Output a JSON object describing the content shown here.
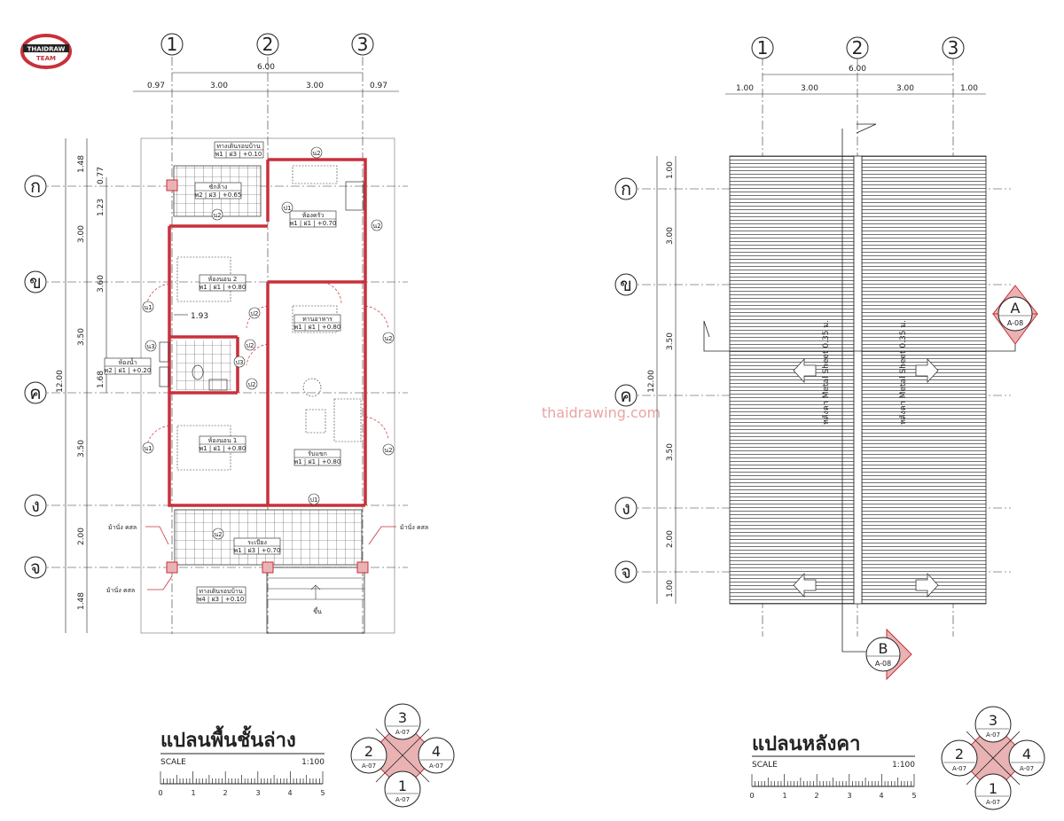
{
  "logo": {
    "line1": "THAIDRAW",
    "line2": "TEAM"
  },
  "watermark": "thaidrawing.com",
  "ground_plan": {
    "title": "แปลนพื้นชั้นล่าง",
    "scale_label": "SCALE",
    "scale_value": "1:100",
    "scale_ticks": [
      "0",
      "1",
      "2",
      "3",
      "4",
      "5"
    ],
    "col_bubbles": [
      "1",
      "2",
      "3"
    ],
    "overall_dim": "6.00",
    "col_dims": [
      "0.97",
      "3.00",
      "3.00",
      "0.97"
    ],
    "row_bubbles": [
      "ก",
      "ข",
      "ค",
      "ง",
      "จ"
    ],
    "overall_v_dim": "12.00",
    "left_v_dims": [
      "1.48",
      "3.00",
      "3.50",
      "3.50",
      "2.00",
      "1.48"
    ],
    "left_v_dims2": [
      "0.77",
      "1.23",
      "3.60",
      "1.68"
    ],
    "mid_dim": "1.93",
    "callouts": {
      "bench_l": "ม้านั่ง คสล",
      "bench_r": "ม้านั่ง คสล",
      "bench_b": "ม้านั่ง คสล",
      "up": "ขึ้น"
    },
    "rooms": {
      "walk_top": {
        "name": "ทางเดินรอบบ้าน",
        "tag": "พ1 | ฝ3 | +0.10"
      },
      "laundry": {
        "name": "ซักล้าง",
        "tag": "พ2 | ฝ3 | +0.65"
      },
      "kitchen": {
        "name": "ห้องครัว",
        "tag": "พ1 | ฝ1 | +0.70"
      },
      "bed2": {
        "name": "ห้องนอน 2",
        "tag": "พ1 | ฝ1 | +0.80"
      },
      "dining": {
        "name": "ทานอาหาร",
        "tag": "พ1 | ฝ1 | +0.80"
      },
      "bath": {
        "name": "ห้องน้ำ",
        "tag": "พ2 | ฝ1 | +0.20"
      },
      "bed1": {
        "name": "ห้องนอน 1",
        "tag": "พ1 | ฝ1 | +0.80"
      },
      "living": {
        "name": "รับแขก",
        "tag": "พ1 | ฝ1 | +0.80"
      },
      "terrace": {
        "name": "ระเบียง",
        "tag": "พ1 | ฝ3 | +0.70"
      },
      "walk_bot": {
        "name": "ทางเดินรอบบ้าน",
        "tag": "พ4 | ฝ3 | +0.10"
      }
    },
    "door_tags": [
      "ป1",
      "ป2",
      "ป2",
      "ป2",
      "ป3",
      "ป1"
    ],
    "window_tags": [
      "น1",
      "น1",
      "น2",
      "น2",
      "น2",
      "น2",
      "น3",
      "น2",
      "น2"
    ]
  },
  "roof_plan": {
    "title": "แปลนหลังคา",
    "scale_label": "SCALE",
    "scale_value": "1:100",
    "scale_ticks": [
      "0",
      "1",
      "2",
      "3",
      "4",
      "5"
    ],
    "col_bubbles": [
      "1",
      "2",
      "3"
    ],
    "overall_dim": "6.00",
    "col_dims": [
      "1.00",
      "3.00",
      "3.00",
      "1.00"
    ],
    "row_bubbles": [
      "ก",
      "ข",
      "ค",
      "ง",
      "จ"
    ],
    "overall_v_dim": "12.00",
    "left_v_dims": [
      "1.00",
      "3.00",
      "3.50",
      "3.50",
      "2.00",
      "1.00"
    ],
    "roof_label_left": "หลังคา Metal Sheet 0.35 ม.",
    "roof_label_right": "หลังคา Metal Sheet 0.35 ม.",
    "section_a": {
      "letter": "A",
      "sheet": "A-08"
    },
    "section_b": {
      "letter": "B",
      "sheet": "A-08"
    }
  },
  "elevation_markers": [
    {
      "n1": "3",
      "n2": "2",
      "n3": "4",
      "n4": "1",
      "sheet": "A-07"
    },
    {
      "n1": "3",
      "n2": "2",
      "n3": "4",
      "n4": "1",
      "sheet": "A-07"
    }
  ],
  "colors": {
    "wall": "#c8303a",
    "accent_fill": "#e9b3b3",
    "line": "#222222"
  }
}
